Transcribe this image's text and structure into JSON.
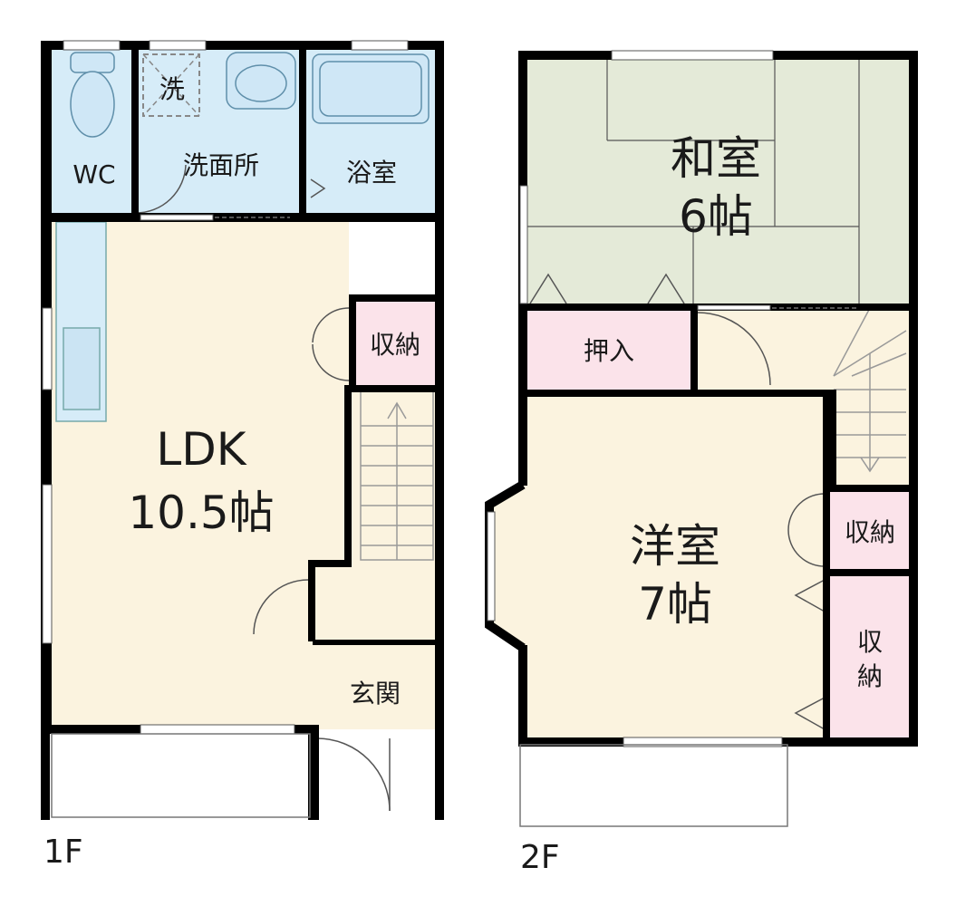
{
  "floor1": {
    "label": "1F",
    "rooms": {
      "wc": "WC",
      "washer": "洗",
      "washroom": "洗面所",
      "bath": "浴室",
      "storage": "収納",
      "ldk_name": "LDK",
      "ldk_size": "10.5帖",
      "entrance": "玄関"
    }
  },
  "floor2": {
    "label": "2F",
    "rooms": {
      "washitsu_name": "和室",
      "washitsu_size": "6帖",
      "oshiire": "押入",
      "youshitsu_name": "洋室",
      "youshitsu_size": "7帖",
      "storage_a": "収納",
      "storage_b_top": "収",
      "storage_b_bottom": "納"
    }
  },
  "colors": {
    "ldk_floor": "#fbf3df",
    "wet_area": "#d6ecf8",
    "storage": "#fbe3ea",
    "tatami": "#e4ead8",
    "wall": "#000000"
  }
}
